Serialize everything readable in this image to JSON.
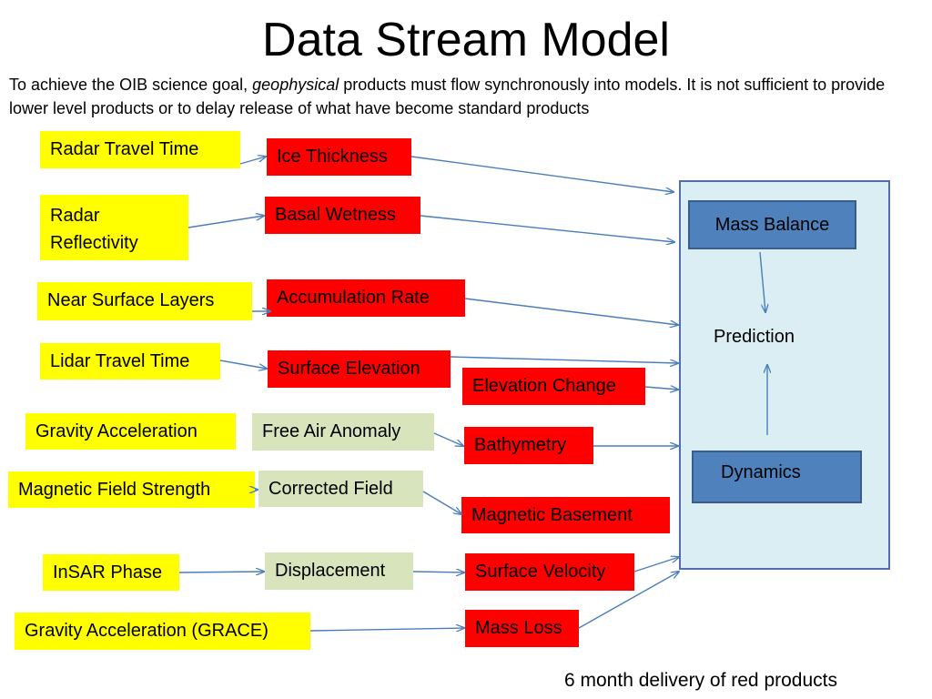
{
  "title": "Data Stream Model",
  "intro": {
    "part1": "To achieve the OIB science goal, ",
    "emphasis": "geophysical",
    "part2": " products must flow synchronously into models.  It is not sufficient to provide lower level products or to delay release of what have become standard products"
  },
  "inputs": {
    "radar_travel_time": "Radar Travel Time",
    "radar_reflectivity": "Radar Reflectivity",
    "near_surface_layers": "Near Surface Layers",
    "lidar_travel_time": "Lidar Travel Time",
    "gravity_acceleration": "Gravity Acceleration",
    "magnetic_field_strength": "Magnetic Field Strength",
    "insar_phase": "InSAR Phase",
    "gravity_acceleration_grace": "Gravity Acceleration (GRACE)"
  },
  "intermediates": {
    "free_air_anomaly": "Free Air Anomaly",
    "corrected_field": "Corrected Field",
    "displacement": "Displacement"
  },
  "products": {
    "ice_thickness": "Ice Thickness",
    "basal_wetness": "Basal Wetness",
    "accumulation_rate": "Accumulation Rate",
    "surface_elevation": "Surface Elevation",
    "elevation_change": "Elevation Change",
    "bathymetry": "Bathymetry",
    "magnetic_basement": "Magnetic Basement",
    "surface_velocity": "Surface Velocity",
    "mass_loss": "Mass Loss"
  },
  "model": {
    "mass_balance": "Mass Balance",
    "prediction": "Prediction",
    "dynamics": "Dynamics"
  },
  "footer": "6 month delivery of red products",
  "colors": {
    "input": "#ffff00",
    "product": "#ff0000",
    "intermediate": "#d8e4bc",
    "model_panel": "#dbeef4",
    "model_box": "#4f81bd",
    "arrow": "#4a7ebb"
  }
}
